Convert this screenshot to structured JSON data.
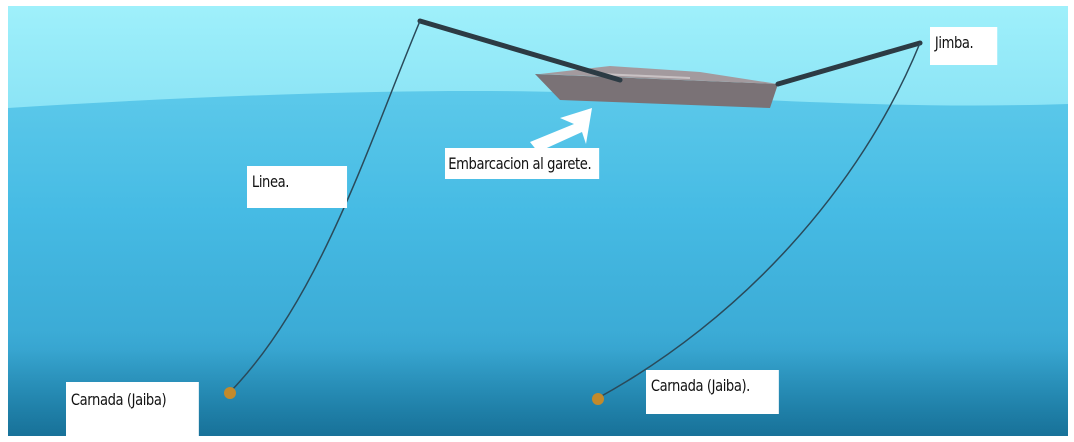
{
  "diagram": {
    "labels": {
      "jimba": "Jimba.",
      "embarcacion": "Embarcacion al garete.",
      "linea": "Linea.",
      "carnada_left": "Carnada (Jaiba)",
      "carnada_right": "Carnada (Jaiba)."
    },
    "colors": {
      "sky": "#8ae3f5",
      "water_top": "#5cc9ea",
      "water_mid": "#43b8e2",
      "water_deep": "#1b7fa8",
      "boat_hull": "#7a7276",
      "boat_deck": "#9b9396",
      "line": "#2a4a5a",
      "arrow": "#ffffff",
      "bait": "#c28a2c"
    }
  }
}
